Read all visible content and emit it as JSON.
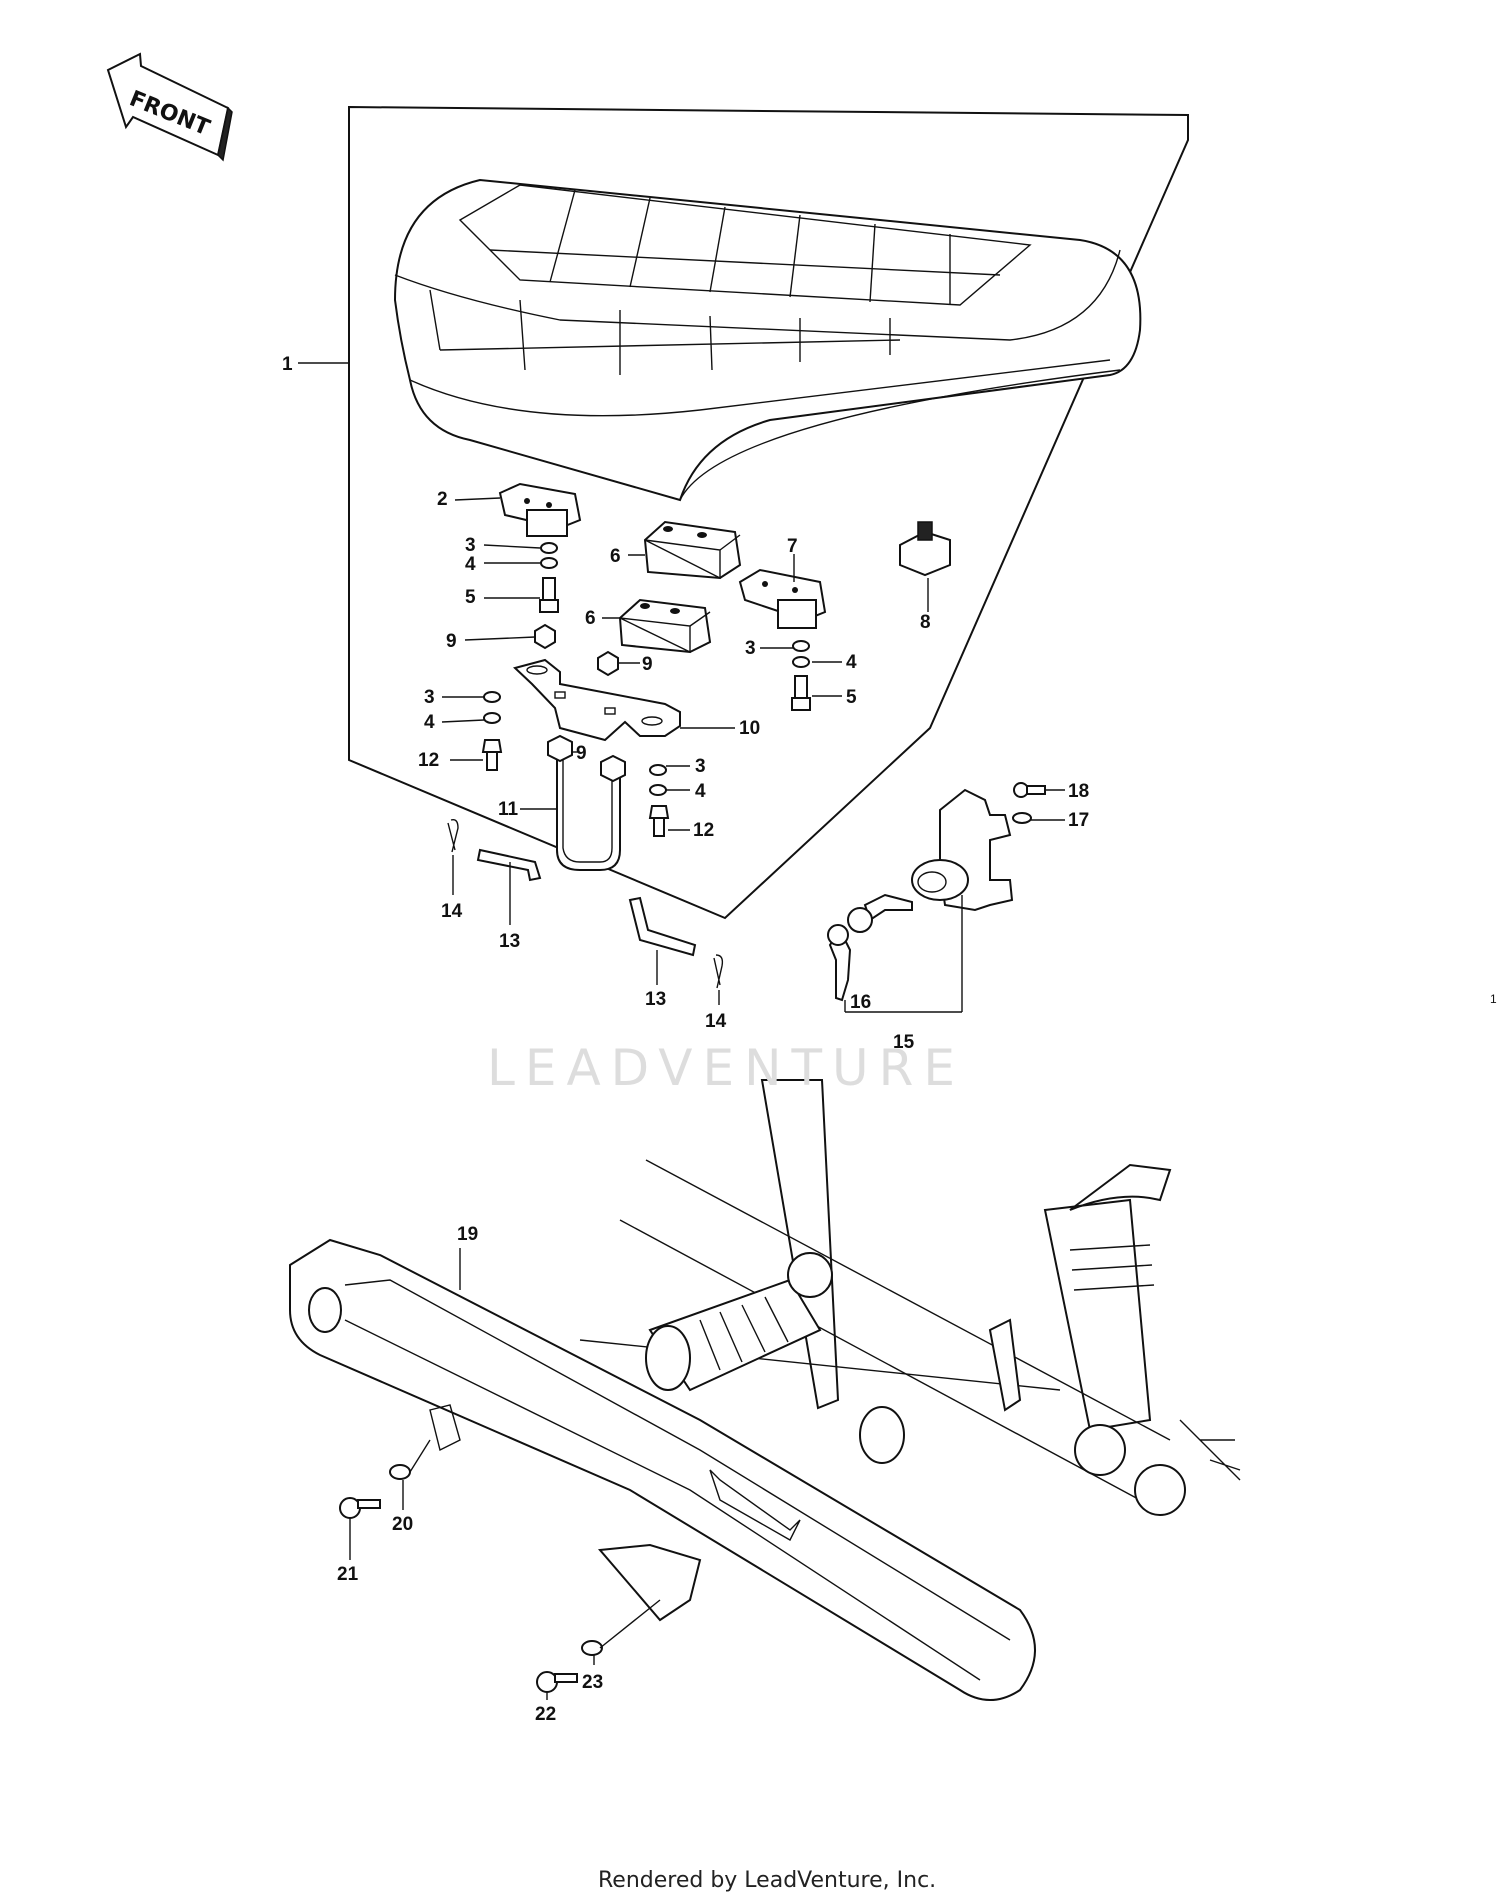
{
  "front_label": "FRONT",
  "watermark": "LEADVENTURE",
  "footer": "Rendered by LeadVenture, Inc.",
  "page_number": "1",
  "callouts": {
    "c1": "1",
    "c2": "2",
    "c3a": "3",
    "c4a": "4",
    "c5a": "5",
    "c6a": "6",
    "c6b": "6",
    "c7": "7",
    "c8": "8",
    "c9a": "9",
    "c9b": "9",
    "c9c": "9",
    "c3b": "3",
    "c4b": "4",
    "c5b": "5",
    "c3c": "3",
    "c4c": "4",
    "c10": "10",
    "c12a": "12",
    "c3d": "3",
    "c4d": "4",
    "c12b": "12",
    "c11": "11",
    "c14a": "14",
    "c13a": "13",
    "c13b": "13",
    "c14b": "14",
    "c18": "18",
    "c17": "17",
    "c16": "16",
    "c15": "15",
    "c19": "19",
    "c20": "20",
    "c21": "21",
    "c22": "22",
    "c23": "23"
  }
}
